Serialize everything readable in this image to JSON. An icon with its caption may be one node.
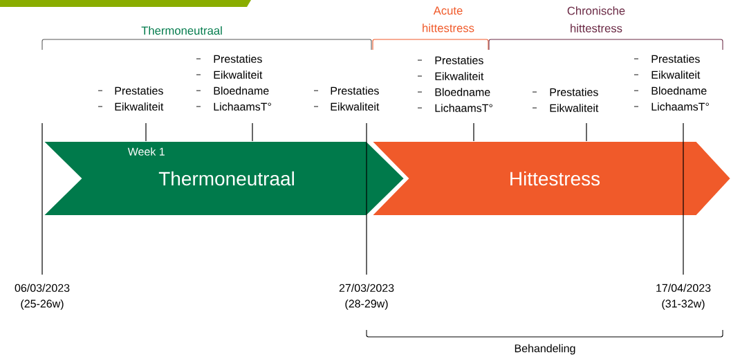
{
  "diagram": {
    "nodes": [
      {
        "text": [
          "Week 1",
          "Thermoneutraal"
        ]
      },
      {
        "text": [
          "Hittestress"
        ]
      }
    ],
    "labels": [
      "Thermoneutraal",
      "Acute hittestress",
      "Chronische hittestress",
      "Prestaties",
      "Eikwaliteit",
      "Prestaties",
      "Eikwaliteit",
      "Bloedname",
      "LichaamsT°",
      "Prestaties",
      "Eikwaliteit",
      "Prestaties",
      "Eikwaliteit",
      "Bloedname",
      "LichaamsT°",
      "Prestaties",
      "Eikwaliteit",
      "Prestaties",
      "Eikwaliteit",
      "Bloedname",
      "LichaamsT°",
      "06/03/2023 (25-26w)",
      "27/03/2023 (28-29w)",
      "17/04/2023 (31-32w)",
      "Behandeling"
    ]
  }
}
